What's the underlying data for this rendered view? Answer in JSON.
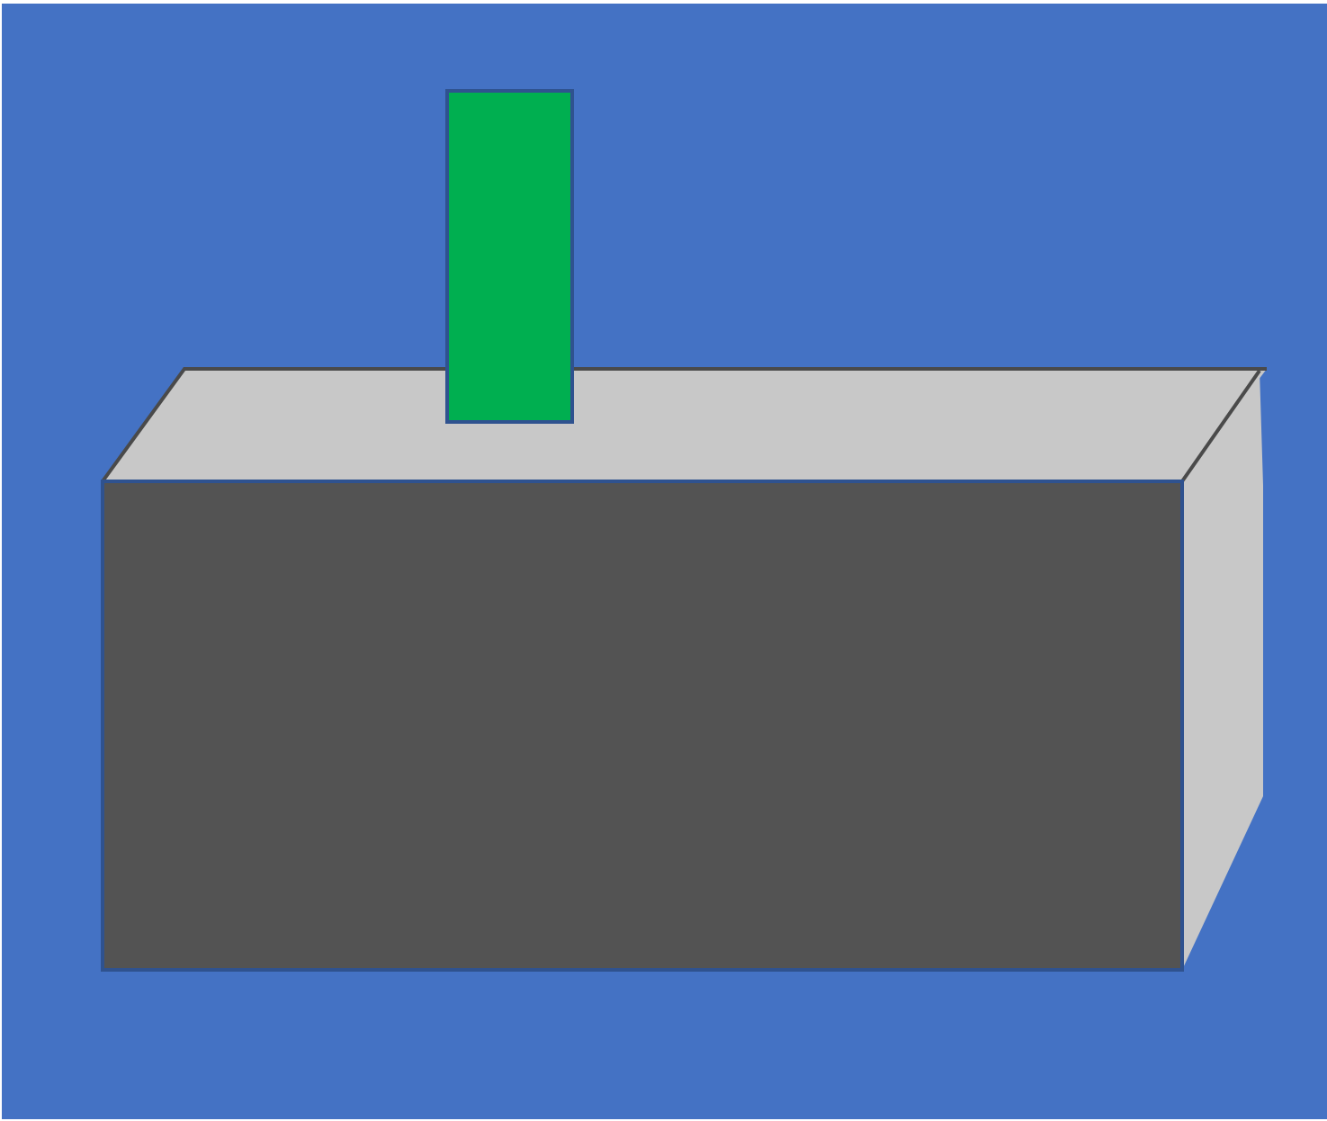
{
  "colors": {
    "background": "#4472C4",
    "box_front": "#535353",
    "box_top": "#C8C8C8",
    "box_side": "#C8C8C8",
    "edge_dark": "#4A4A4A",
    "edge_blue": "#2F528F",
    "green_block": "#00AF50"
  },
  "shapes": {
    "background": "blue-background",
    "box": "3d-gray-box",
    "block": "green-upright-block"
  }
}
